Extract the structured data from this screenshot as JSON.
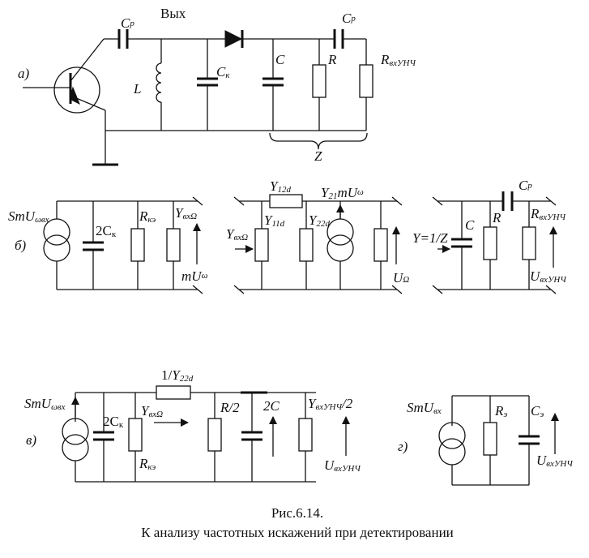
{
  "figure": {
    "caption_number": "Рис.6.14.",
    "caption_title": "К анализу частотных искажений при детектировании"
  },
  "panel_a": {
    "tag": "а)",
    "out_label": "Вых",
    "cp1": {
      "main": "C",
      "sub": "р"
    },
    "cp2": {
      "main": "C",
      "sub": "р"
    },
    "l": "L",
    "ck": {
      "main": "C",
      "sub": "к"
    },
    "c": "C",
    "r": "R",
    "rin": {
      "main": "R",
      "sub": "вхУНЧ"
    },
    "z": "Z"
  },
  "panel_b1": {
    "tag": "б)",
    "src": {
      "main": "SmU",
      "sub": "ωвх"
    },
    "cap": {
      "main": "2C",
      "sub": "к"
    },
    "rke": {
      "main": "R",
      "sub": "кэ"
    },
    "yin": {
      "main": "Y",
      "sub": "вхΩ"
    },
    "out": {
      "main": "mU",
      "sub": "ω"
    }
  },
  "panel_b2": {
    "y12": {
      "main": "Y",
      "sub": "12d"
    },
    "y21": {
      "main": "Y",
      "sub": "21",
      "tail": "mU",
      "tail_sub": "ω"
    },
    "yin": {
      "main": "Y",
      "sub": "вхΩ"
    },
    "y11": {
      "main": "Y",
      "sub": "11d"
    },
    "y22": {
      "main": "Y",
      "sub": "22d"
    },
    "uo": {
      "main": "U",
      "sub": "Ω"
    }
  },
  "panel_b3": {
    "cp": {
      "main": "C",
      "sub": "р"
    },
    "c": "C",
    "r": "R",
    "rin": {
      "main": "R",
      "sub": "вхУНЧ"
    },
    "yz": "Y=1/Z",
    "uin": {
      "main": "U",
      "sub": "вхУНЧ"
    }
  },
  "panel_v": {
    "tag": "в)",
    "src": {
      "main": "SmU",
      "sub": "ωвх"
    },
    "cap": {
      "main": "2C",
      "sub": "к"
    },
    "yin": {
      "main": "Y",
      "sub": "вхΩ"
    },
    "rke": {
      "main": "R",
      "sub": "кэ"
    },
    "y22": {
      "pre": "1/",
      "main": "Y",
      "sub": "22d"
    },
    "r2": "R/2",
    "c2": "2C",
    "yinunch": {
      "main": "Y",
      "sub": "вхУНЧ",
      "tail": "/2"
    },
    "uin": {
      "main": "U",
      "sub": "вхУНЧ"
    }
  },
  "panel_g": {
    "tag": "г)",
    "src": {
      "main": "SmU",
      "sub": "вх"
    },
    "re": {
      "main": "R",
      "sub": "э"
    },
    "ce": {
      "main": "C",
      "sub": "э"
    },
    "uin": {
      "main": "U",
      "sub": "вхУНЧ"
    }
  }
}
